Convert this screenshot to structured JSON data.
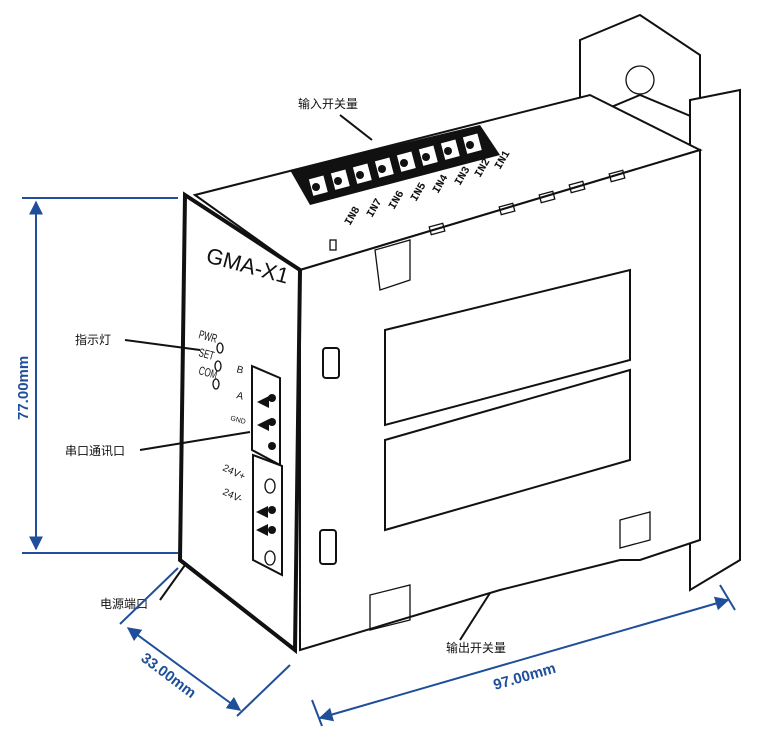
{
  "model": "GMA-X1",
  "callouts": {
    "input_switch": "输入开关量",
    "indicator": "指示灯",
    "serial_port": "串口通讯口",
    "power_port": "电源端口",
    "output_switch": "输出开关量"
  },
  "inputs": [
    "IN1",
    "IN2",
    "IN3",
    "IN4",
    "IN5",
    "IN6",
    "IN7",
    "IN8"
  ],
  "leds": [
    "PWR",
    "SET",
    "COM"
  ],
  "serial_terminals": [
    "B",
    "A",
    "GND"
  ],
  "power_terminals": [
    "24V+",
    "24V-"
  ],
  "dimensions": {
    "height": "77.00mm",
    "depth": "33.00mm",
    "width": "97.00mm"
  },
  "colors": {
    "dimension": "#1f4e9a"
  }
}
